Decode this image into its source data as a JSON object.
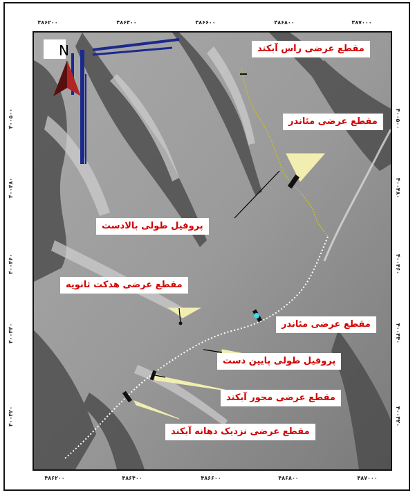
{
  "map": {
    "north_label": "N",
    "x_ticks": [
      "۴۸۶۲۰۰",
      "۴۸۶۴۰۰",
      "۴۸۶۶۰۰",
      "۴۸۶۸۰۰",
      "۴۸۷۰۰۰"
    ],
    "y_ticks": [
      "۴۰۰۵۰۰",
      "۴۰۰۴۸۰",
      "۴۰۰۴۶۰",
      "۴۰۰۴۴۰",
      "۴۰۰۴۲۰"
    ],
    "labels": {
      "gully_head": "مقطع عرضی راس آبکند",
      "meander_upper": "مقطع عرضی مئاندر",
      "upstream_profile": "پروفیل طولی بالادست",
      "secondary_headcut": "مقطع عرضی هدکت ثانویه",
      "meander_lower": "مقطع عرضی مئاندر",
      "downstream_profile": "پروفیل طولی پایین دست",
      "gully_axis": "مقطع عرضی محور آبکند",
      "near_mouth": "مقطع عرضی نزدیک دهانه آبکند"
    },
    "colors": {
      "label_text": "#d40000",
      "callout": "#f2eeb0",
      "upper_gully_line": "#c8c020",
      "lower_gully_line": "#ffffff",
      "north_arrow": "#8b1a1a",
      "marker": "#3fd9e8",
      "blue_lines": "#1a2a8c"
    }
  }
}
